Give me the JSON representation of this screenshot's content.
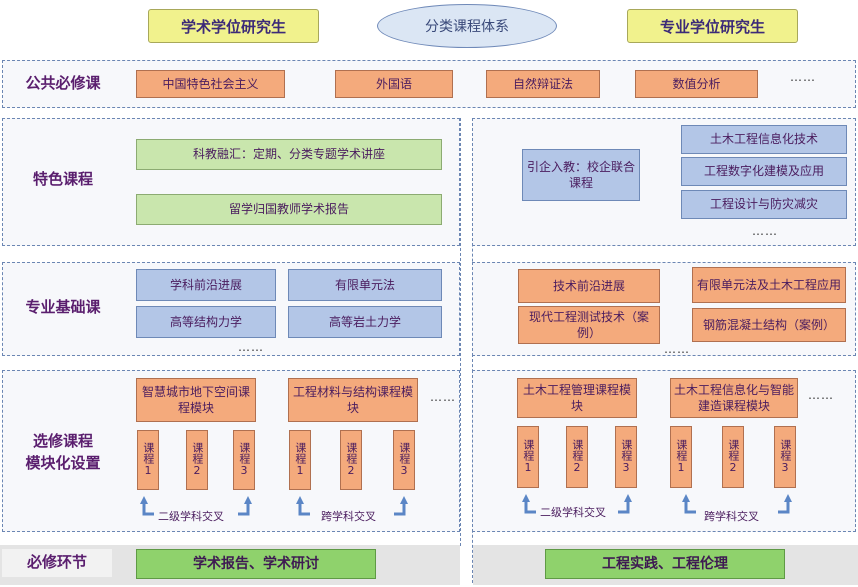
{
  "header": {
    "left_title": "学术学位研究生",
    "center_title": "分类课程体系",
    "right_title": "专业学位研究生"
  },
  "rows": {
    "public": {
      "label": "公共必修课",
      "courses": [
        "中国特色社会主义",
        "外国语",
        "自然辩证法",
        "数值分析"
      ],
      "more": "……"
    },
    "featured": {
      "label": "特色课程",
      "academic": [
        "科教融汇：定期、分类专题学术讲座",
        "留学归国教师学术报告"
      ],
      "professional_main": "引企入教：校企联合课程",
      "professional_list": [
        "土木工程信息化技术",
        "工程数字化建模及应用",
        "工程设计与防灾减灾"
      ],
      "more": "……"
    },
    "foundation": {
      "label": "专业基础课",
      "academic": [
        "学科前沿进展",
        "有限单元法",
        "高等结构力学",
        "高等岩土力学"
      ],
      "academic_more": "……",
      "professional": [
        "技术前沿进展",
        "有限单元法及土木工程应用",
        "现代工程测试技术（案例）",
        "钢筋混凝土结构（案例）"
      ],
      "professional_more": "……"
    },
    "elective": {
      "label_line1": "选修课程",
      "label_line2": "模块化设置",
      "academic_modules": [
        "智慧城市地下空间课程模块",
        "工程材料与结构课程模块"
      ],
      "professional_modules": [
        "土木工程管理课程模块",
        "土木工程信息化与智能建造课程模块"
      ],
      "course_word": "课程",
      "course_numbers": [
        "1",
        "2",
        "3"
      ],
      "second_level_cross": "二级学科交叉",
      "interdisciplinary": "跨学科交叉",
      "more": "……"
    },
    "required": {
      "label": "必修环节",
      "academic": "学术报告、学术研讨",
      "professional": "工程实践、工程伦理"
    }
  }
}
